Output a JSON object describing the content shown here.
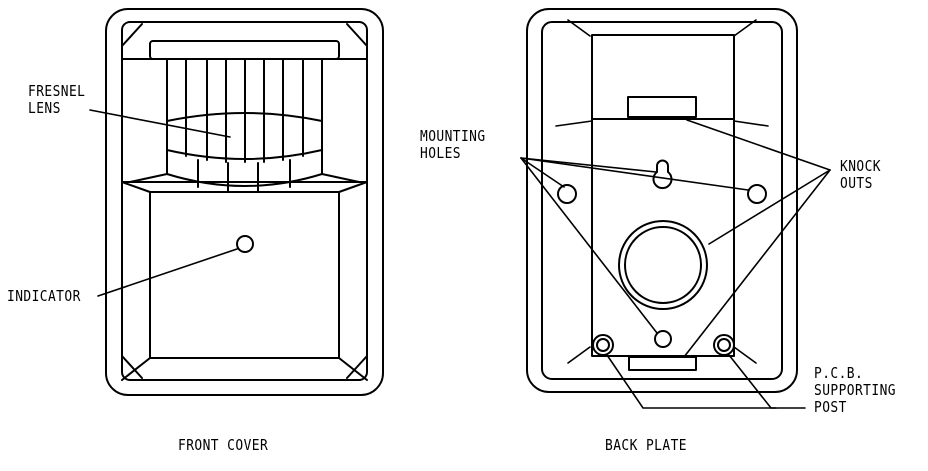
{
  "front": {
    "caption": "FRONT COVER",
    "label_lens_line1": "FRESNEL",
    "label_lens_line2": "LENS",
    "label_indicator": "INDICATOR"
  },
  "back": {
    "caption": "BACK PLATE",
    "label_holes_line1": "MOUNTING",
    "label_holes_line2": "HOLES",
    "label_knock_line1": "KNOCK",
    "label_knock_line2": "OUTS",
    "label_pcb_line1": "P.C.B.",
    "label_pcb_line2": "SUPPORTING",
    "label_pcb_line3": "POST"
  }
}
